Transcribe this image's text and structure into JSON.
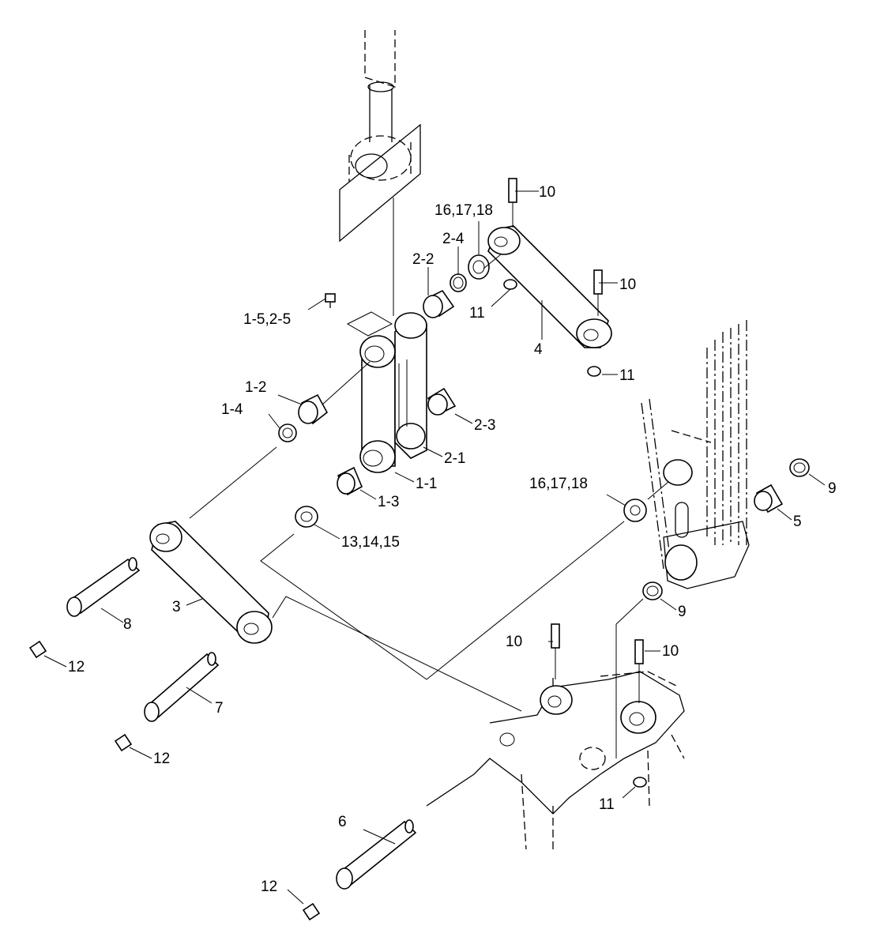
{
  "diagram": {
    "callouts": {
      "c_1_1": "1-1",
      "c_1_2": "1-2",
      "c_1_3": "1-3",
      "c_1_4": "1-4",
      "c_1_5_2_5": "1-5,2-5",
      "c_2_1": "2-1",
      "c_2_2": "2-2",
      "c_2_3": "2-3",
      "c_2_4": "2-4",
      "c_3": "3",
      "c_4": "4",
      "c_5": "5",
      "c_6": "6",
      "c_7": "7",
      "c_8": "8",
      "c_9_a": "9",
      "c_9_b": "9",
      "c_10_a": "10",
      "c_10_b": "10",
      "c_10_c": "10",
      "c_10_d": "10",
      "c_11_a": "11",
      "c_11_b": "11",
      "c_11_c": "11",
      "c_12_a": "12",
      "c_12_b": "12",
      "c_12_c": "12",
      "c_13_14_15": "13,14,15",
      "c_16_17_18_a": "16,17,18",
      "c_16_17_18_b": "16,17,18"
    }
  }
}
